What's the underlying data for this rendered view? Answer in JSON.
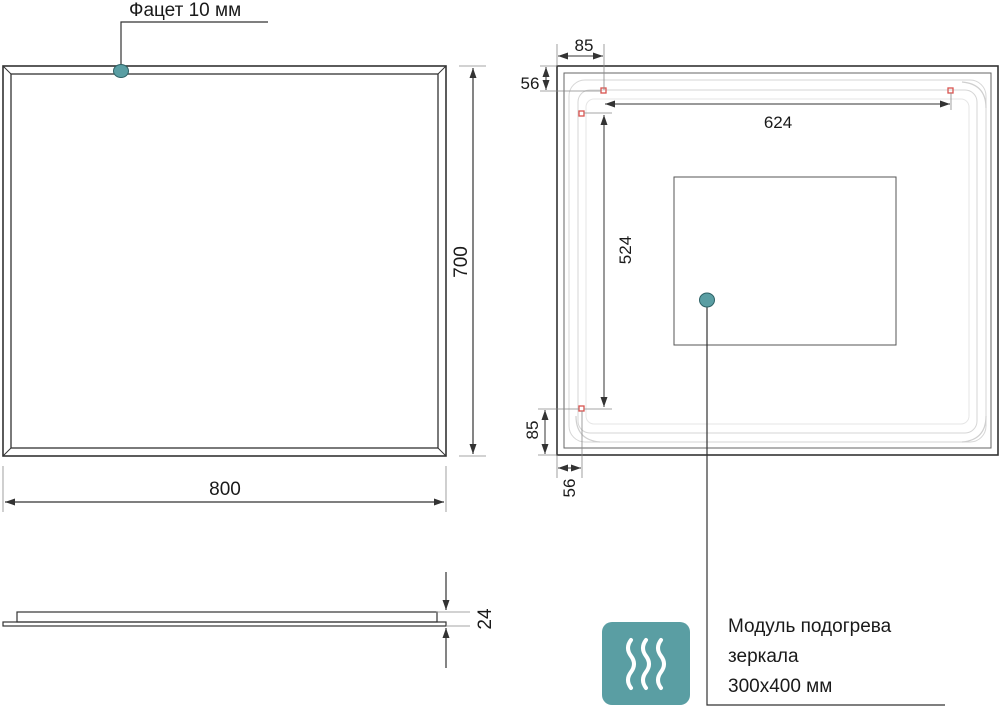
{
  "facet_label": "Фацет 10 мм",
  "front": {
    "width_label": "800",
    "height_label": "700"
  },
  "side": {
    "thickness_label": "24"
  },
  "back": {
    "top_offset_x": "85",
    "top_offset_y": "56",
    "span_horizontal": "624",
    "span_vertical": "524",
    "bottom_offset_y": "85",
    "bottom_offset_x": "56"
  },
  "heater": {
    "line1": "Модуль подогрева",
    "line2": "зеркала",
    "line3": "300x400 мм",
    "icon": "heat-waves-icon"
  },
  "colors": {
    "accent": "#5a9ea3",
    "stroke": "#333333",
    "marker": "#d9534f"
  }
}
